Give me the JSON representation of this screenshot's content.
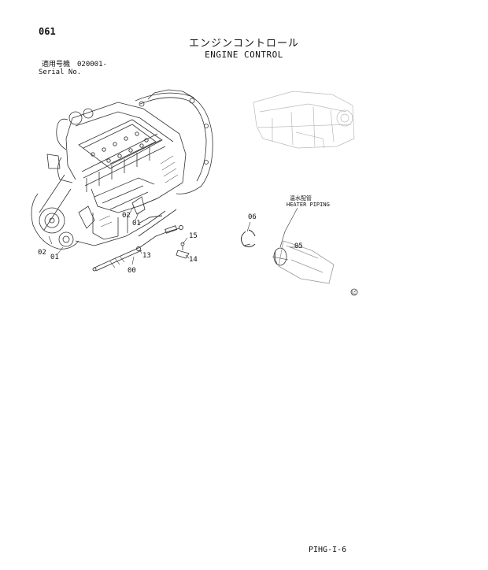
{
  "page_number": "061",
  "title_jp": "エンジンコントロール",
  "title_en": "ENGINE CONTROL",
  "serial": {
    "label_jp": "適用号機",
    "value": "020001-",
    "label_en": "Serial No."
  },
  "heater_note": {
    "jp": "温水配管",
    "en": "HEATER PIPING"
  },
  "part_labels": {
    "p02a": "02",
    "p01a": "01",
    "p02b": "02",
    "p01b": "01",
    "p15": "15",
    "p14": "14",
    "p13": "13",
    "p00": "00",
    "p06": "06",
    "p05": "05"
  },
  "footer_code": "PIHG-I-6",
  "colors": {
    "line": "#333333",
    "faint": "#b9b9b9",
    "text": "#111111"
  }
}
